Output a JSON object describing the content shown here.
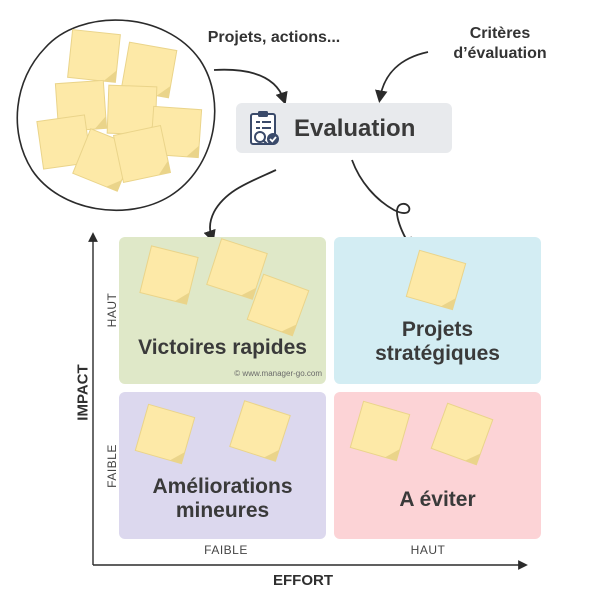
{
  "inputs": {
    "projects_label": "Projets, actions...",
    "criteria_label_line1": "Critères",
    "criteria_label_line2": "d’évaluation"
  },
  "evaluation": {
    "title": "Evaluation",
    "icon": "clipboard-check-icon"
  },
  "quadrants": {
    "top_left": {
      "line1": "Victoires rapides",
      "color": "#dfe8c8"
    },
    "top_right": {
      "line1": "Projets",
      "line2": "stratégiques",
      "color": "#d3edf3"
    },
    "bottom_left": {
      "line1": "Améliorations",
      "line2": "mineures",
      "color": "#dcd8ee"
    },
    "bottom_right": {
      "line1": "A éviter",
      "color": "#fcd3d6"
    }
  },
  "axes": {
    "x_title": "EFFORT",
    "y_title": "IMPACT",
    "x_low": "FAIBLE",
    "x_high": "HAUT",
    "y_low": "FAIBLE",
    "y_high": "HAUT"
  },
  "copyright": "© www.manager-go.com",
  "colors": {
    "sticky_note": "#fde9a7",
    "sticky_edge": "#ead48a",
    "eval_box": "#e8eaed",
    "arrow": "#2b2b2b"
  }
}
